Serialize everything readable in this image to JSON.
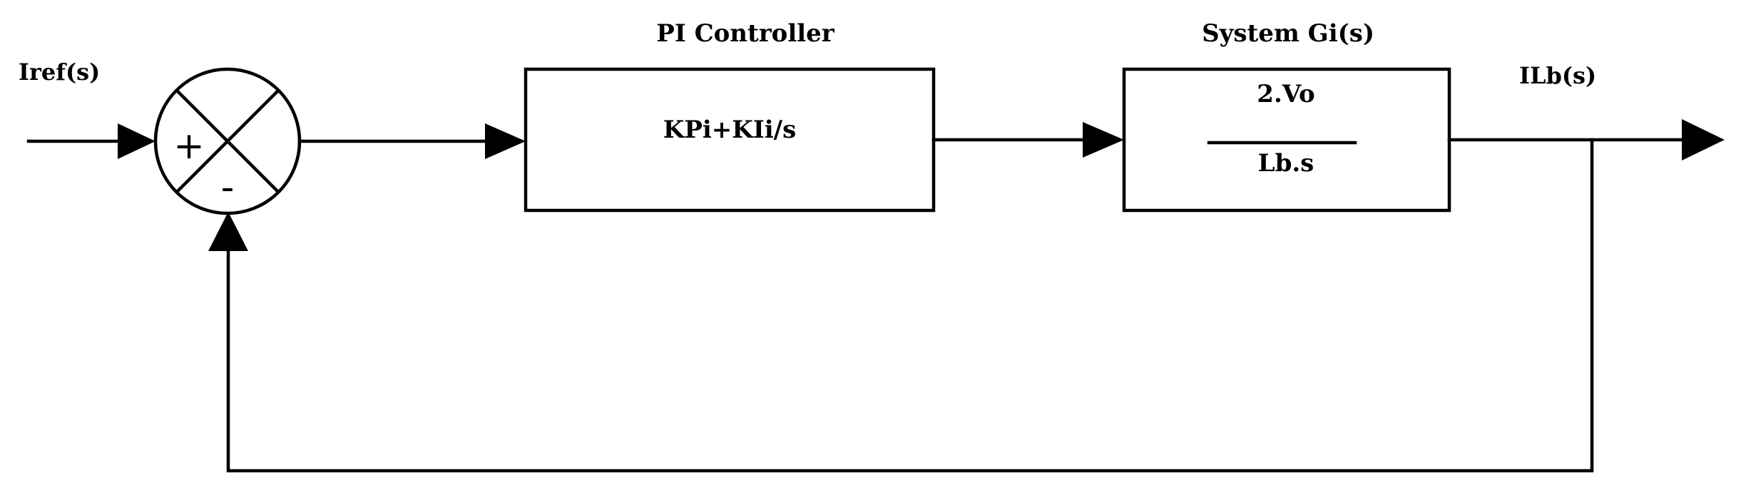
{
  "input_label": "Iref(s)",
  "output_label": "ILb(s)",
  "summing_junction": {
    "plus_sign": "+",
    "minus_sign": "-"
  },
  "pi_controller": {
    "title": "PI Controller",
    "transfer_function": "KPi+KIi/s"
  },
  "system": {
    "title": "System Gi(s)",
    "numerator": "2.Vo",
    "denominator": "Lb.s"
  }
}
